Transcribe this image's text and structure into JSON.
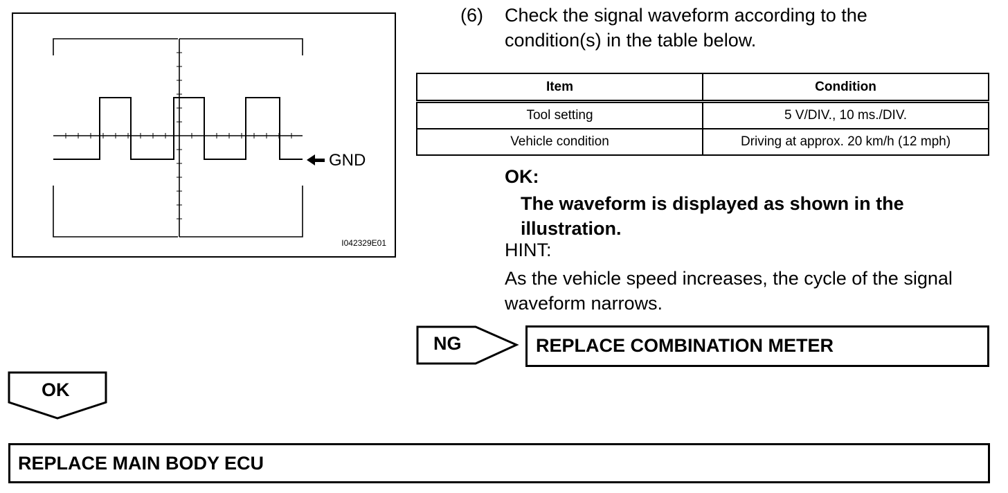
{
  "figure": {
    "id_label": "I042329E01",
    "gnd_label": "GND"
  },
  "step": {
    "number": "(6)",
    "text": "Check the signal waveform according to the condition(s) in the table below."
  },
  "table": {
    "headers": [
      "Item",
      "Condition"
    ],
    "rows": [
      [
        "Tool setting",
        "5 V/DIV., 10 ms./DIV."
      ],
      [
        "Vehicle condition",
        "Driving at approx. 20 km/h (12 mph)"
      ]
    ]
  },
  "ok": {
    "label": "OK:",
    "text": "The waveform is displayed as shown in the illustration."
  },
  "hint": {
    "label": "HINT:",
    "text": "As the vehicle speed increases, the cycle of the signal waveform narrows."
  },
  "ng": {
    "label": "NG",
    "action": "REPLACE COMBINATION METER"
  },
  "ok_flow": {
    "label": "OK",
    "action": "REPLACE MAIN BODY ECU"
  }
}
